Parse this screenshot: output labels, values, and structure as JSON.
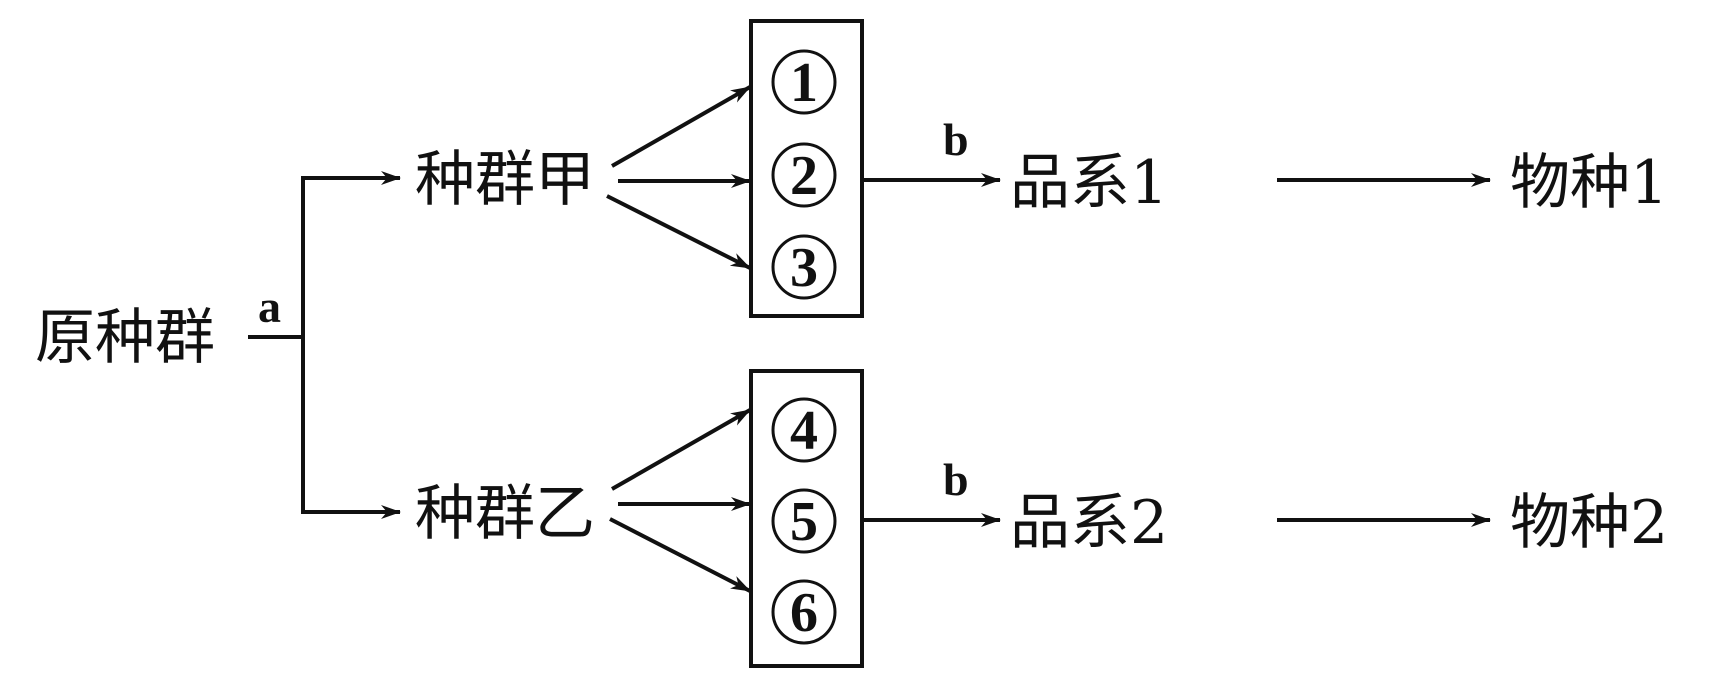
{
  "diagram": {
    "type": "speciation-flow",
    "origin": {
      "label": "原种群",
      "process_label": "a"
    },
    "branches": [
      {
        "population": "种群甲",
        "variations": [
          "1",
          "2",
          "3"
        ],
        "process_label": "b",
        "strain": "品系1",
        "species": "物种1"
      },
      {
        "population": "种群乙",
        "variations": [
          "4",
          "5",
          "6"
        ],
        "process_label": "b",
        "strain": "品系2",
        "species": "物种2"
      }
    ],
    "colors": {
      "ink": "#111111",
      "background": "#ffffff"
    }
  }
}
